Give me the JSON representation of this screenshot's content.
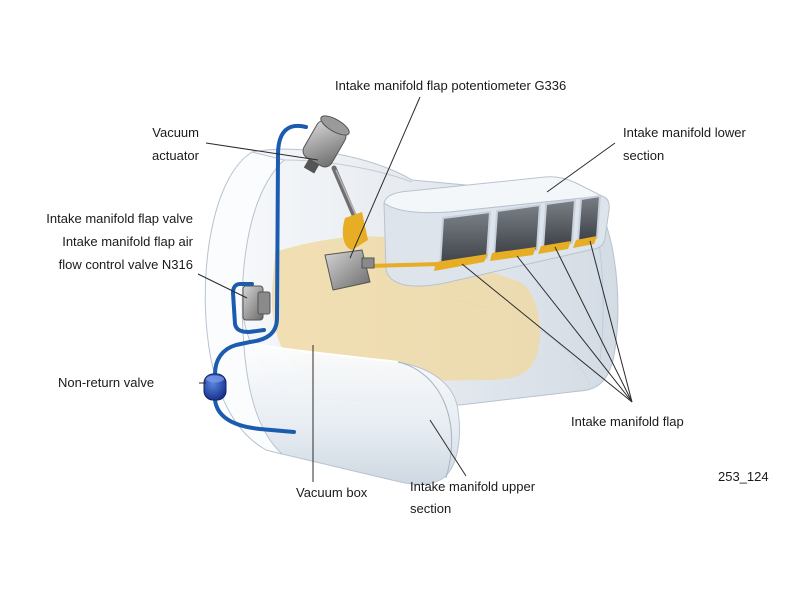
{
  "labels": {
    "potentiometer": "Intake manifold flap potentiometer G336",
    "vacuum_actuator": [
      "Vacuum",
      "actuator"
    ],
    "lower_section": [
      "Intake manifold lower",
      "section"
    ],
    "flap_valve": [
      "Intake manifold flap valve",
      "Intake manifold flap air",
      "flow control valve N316"
    ],
    "non_return_valve": "Non-return valve",
    "flap": "Intake manifold flap",
    "vacuum_box": "Vacuum box",
    "upper_section": [
      "Intake manifold upper",
      "section"
    ]
  },
  "figure_id": "253_124",
  "colors": {
    "tube": "#1c5cb0",
    "flap": "#e6ad25",
    "vacuum_box": "#f1d9a0"
  }
}
